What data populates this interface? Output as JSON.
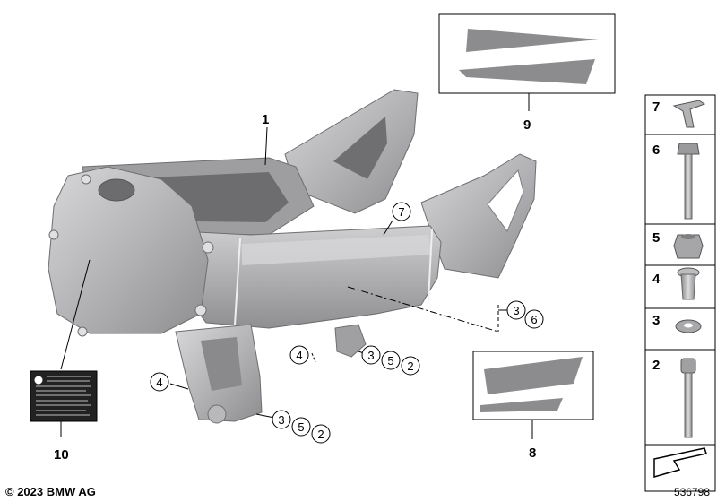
{
  "callouts": {
    "c1": "1",
    "c7": "7",
    "c4a": "4",
    "c4b": "4",
    "c3a": "3",
    "c6a": "6",
    "c3b": "3",
    "c5b": "5",
    "c2b": "2",
    "c3c": "3",
    "c5c": "5",
    "c2c": "2",
    "c8": "8",
    "c9": "9",
    "c10": "10"
  },
  "side_panel": {
    "items": [
      {
        "num": "7",
        "part": "clip"
      },
      {
        "num": "6",
        "part": "hex-bolt"
      },
      {
        "num": "5",
        "part": "hex-nut"
      },
      {
        "num": "4",
        "part": "bushing"
      },
      {
        "num": "3",
        "part": "washer"
      },
      {
        "num": "2",
        "part": "socket-head-screw"
      }
    ]
  },
  "label_sticker": {
    "lines": []
  },
  "footer": {
    "copyright": "© 2023 BMW AG",
    "diagram_id": "536798"
  },
  "colors": {
    "frame_light": "#c9c9cb",
    "frame_mid": "#a9a9ac",
    "frame_dark": "#7d7d80",
    "pad_grey": "#8c8c8e",
    "sticker": "#222222"
  }
}
